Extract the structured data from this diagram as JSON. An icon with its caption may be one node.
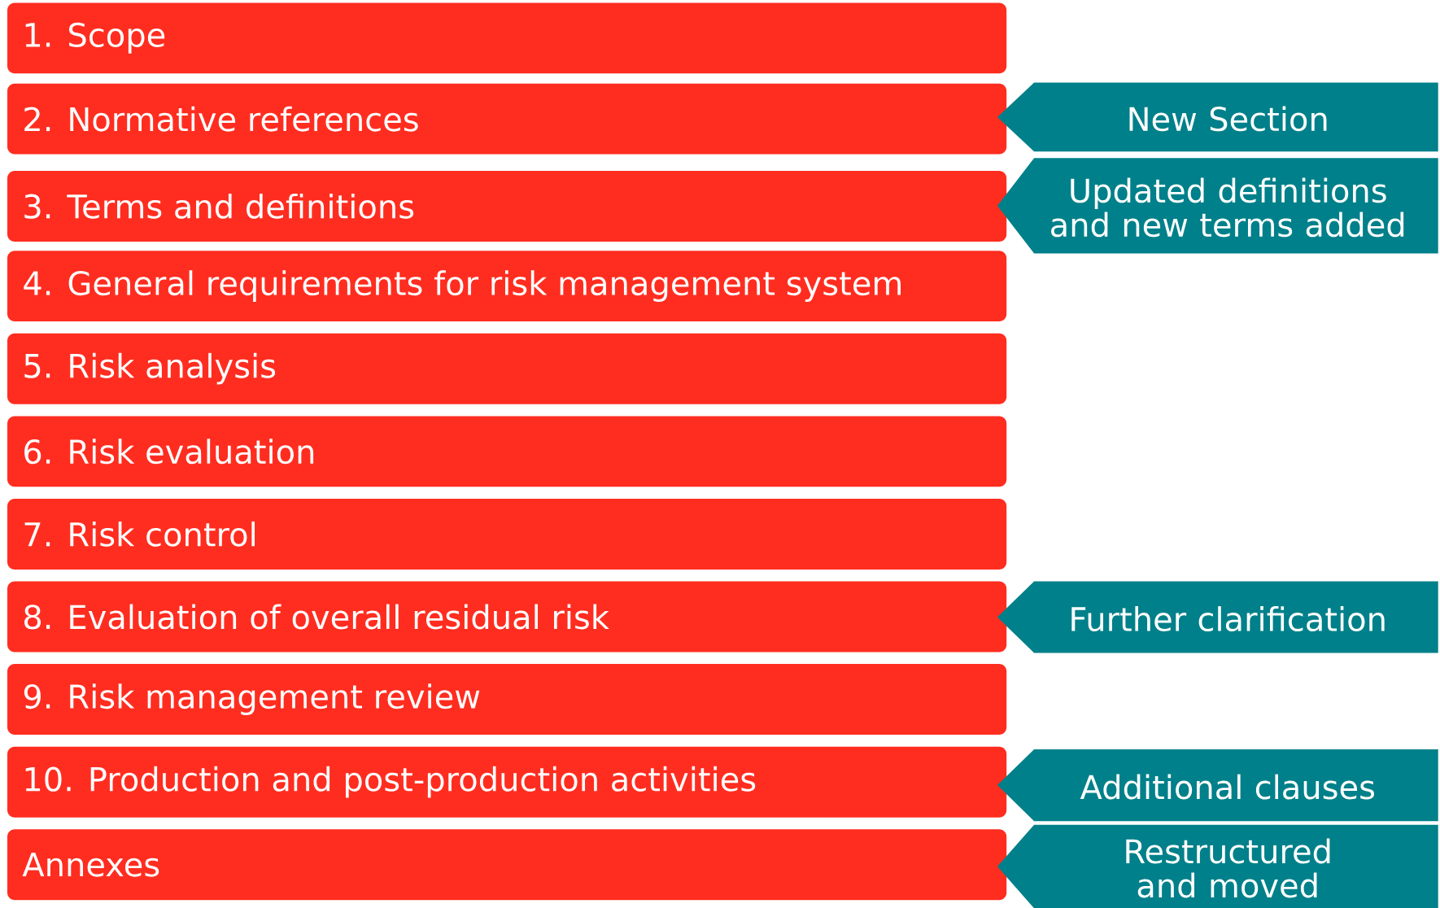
{
  "diagram": {
    "nodes": [
      {
        "text": [
          "1. Scope"
        ]
      },
      {
        "text": [
          "2. Normative references"
        ]
      },
      {
        "text": [
          "New Section"
        ]
      },
      {
        "text": [
          "3. Terms and definitions"
        ]
      },
      {
        "text": [
          "Updated definitions and new terms added"
        ]
      },
      {
        "text": [
          "4. General requirements for risk management system"
        ]
      },
      {
        "text": [
          "5. Risk analysis"
        ]
      },
      {
        "text": [
          "6. Risk evaluation"
        ]
      },
      {
        "text": [
          "7. Risk control"
        ]
      },
      {
        "text": [
          "8. Evaluation of overall residual risk"
        ]
      },
      {
        "text": [
          "Further clarification"
        ]
      },
      {
        "text": [
          "9. Risk management review"
        ]
      },
      {
        "text": [
          "10. Production and post-production activities"
        ]
      },
      {
        "text": [
          "Additional clauses"
        ]
      },
      {
        "text": [
          "Annexes"
        ]
      },
      {
        "text": [
          "Restructured and moved"
        ]
      }
    ]
  }
}
